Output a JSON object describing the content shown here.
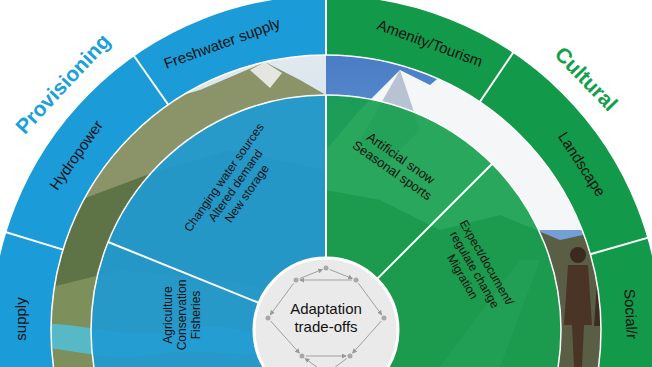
{
  "diagram": {
    "nodes": [
      {
        "text": [
          "supply"
        ]
      },
      {
        "text": [
          "Hydropower"
        ]
      },
      {
        "text": [
          "Freshwater supply"
        ]
      },
      {
        "text": [
          "Amenity/Tourism"
        ]
      },
      {
        "text": [
          "Landscape"
        ]
      },
      {
        "text": [
          "Social/r"
        ]
      },
      {
        "text": [
          "Agriculture",
          "Conservation",
          "Fisheries"
        ]
      },
      {
        "text": [
          "Changing water sources",
          "Altered demand",
          "New storage"
        ]
      },
      {
        "text": [
          "Artificial snow",
          "Seasonal sports"
        ]
      },
      {
        "text": [
          "Expect/document/ regulate change",
          "Migration"
        ]
      },
      {
        "text": [
          "Adaptation trade-offs"
        ]
      }
    ],
    "labels": [
      "Provisioning",
      "Cultural"
    ]
  }
}
